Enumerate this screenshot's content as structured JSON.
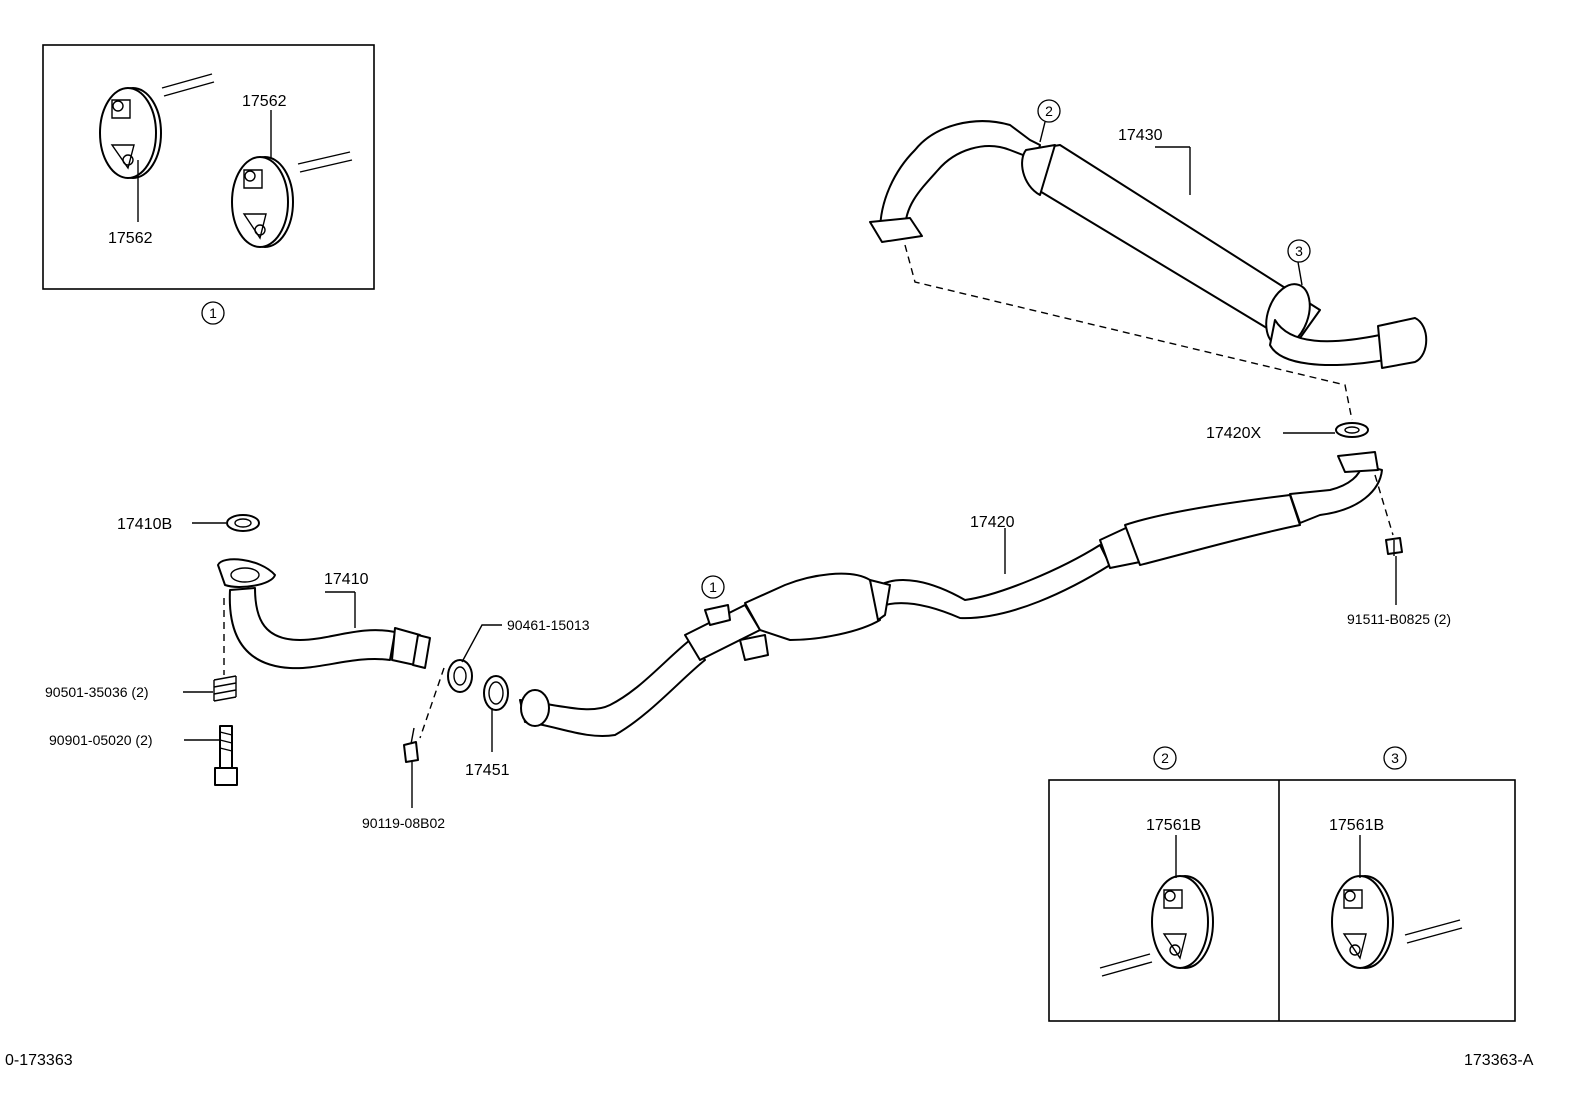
{
  "callouts": {
    "hanger_set": "1",
    "front_hanger": "2",
    "rear_hanger": "3"
  },
  "labels": {
    "p17562_top": "17562",
    "p17562_bottom": "17562",
    "p17430": "17430",
    "p17420x": "17420X",
    "p17420": "17420",
    "p91511": "91511-B0825 (2)",
    "p17410b": "17410B",
    "p17410": "17410",
    "p90461": "90461-15013",
    "p90501": "90501-35036 (2)",
    "p90901": "90901-05020 (2)",
    "p17451": "17451",
    "p90119": "90119-08B02",
    "p17561b_front": "17561B",
    "p17561b_rear": "17561B"
  },
  "footer": {
    "left_code": "0-173363",
    "right_code": "173363-A"
  }
}
